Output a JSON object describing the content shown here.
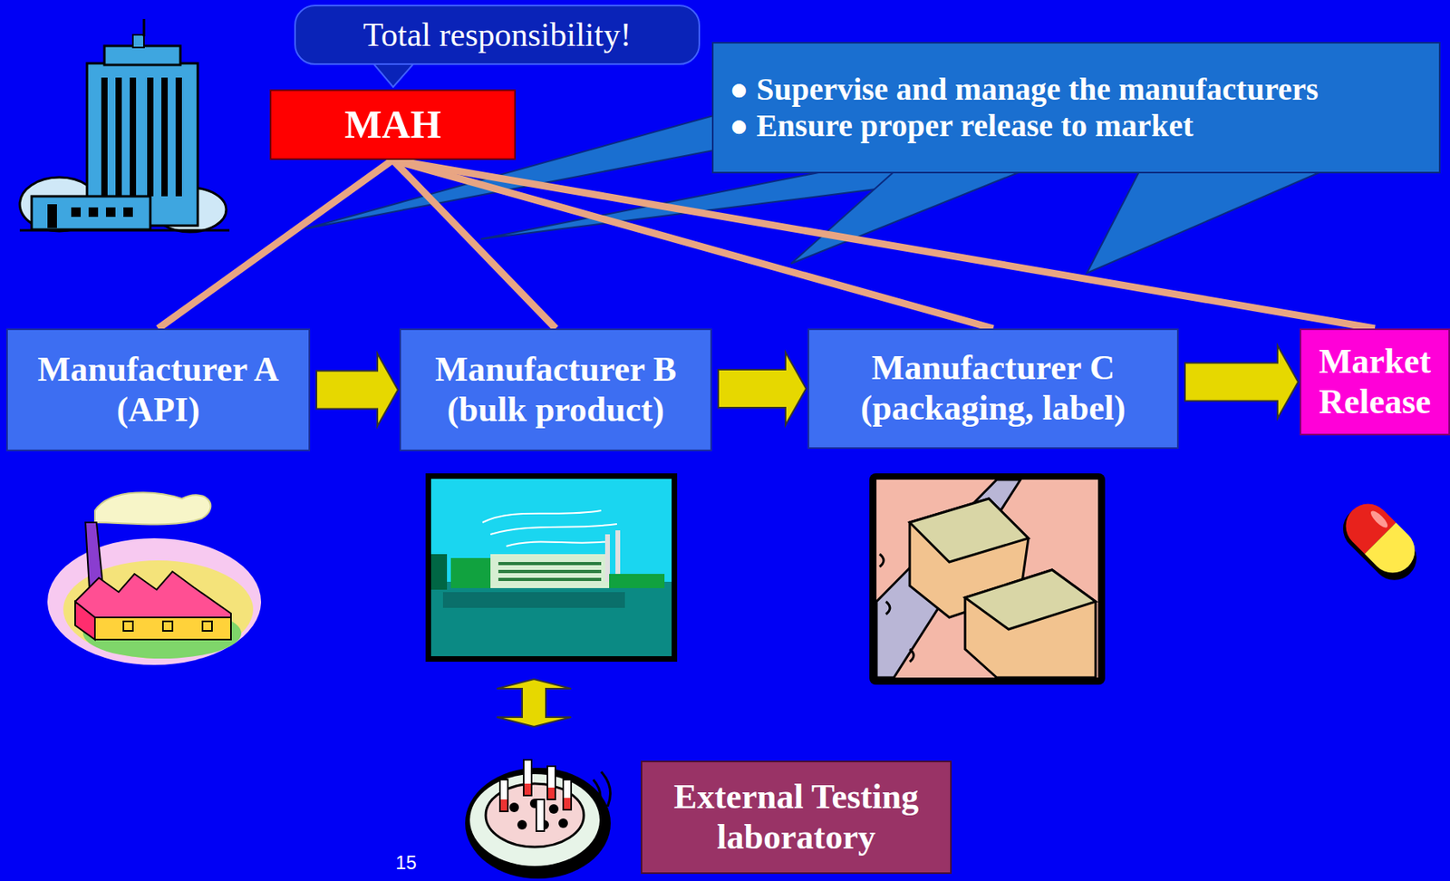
{
  "diagram": {
    "nodes": [
      {
        "text": [
          "Total responsibility!"
        ]
      },
      {
        "text": [
          "MAH"
        ]
      },
      {
        "text": [
          "● Supervise and manage the manufacturers",
          "● Ensure proper release to market"
        ]
      },
      {
        "text": [
          "Manufacturer A (API)"
        ]
      },
      {
        "text": [
          "Manufacturer B (bulk product)"
        ]
      },
      {
        "text": [
          "Manufacturer C (packaging, label)"
        ]
      },
      {
        "text": [
          "Market Release"
        ]
      },
      {
        "text": [
          "External Testing laboratory"
        ]
      }
    ],
    "edges": [
      {
        "from": 1,
        "to": 3,
        "arrow": "none"
      },
      {
        "from": 1,
        "to": 4,
        "arrow": "none"
      },
      {
        "from": 1,
        "to": 5,
        "arrow": "none"
      },
      {
        "from": 1,
        "to": 6,
        "arrow": "none"
      },
      {
        "from": 3,
        "to": 4,
        "arrow": "to"
      },
      {
        "from": 4,
        "to": 5,
        "arrow": "to"
      },
      {
        "from": 5,
        "to": 6,
        "arrow": "to"
      }
    ],
    "labels": [
      "15"
    ]
  }
}
